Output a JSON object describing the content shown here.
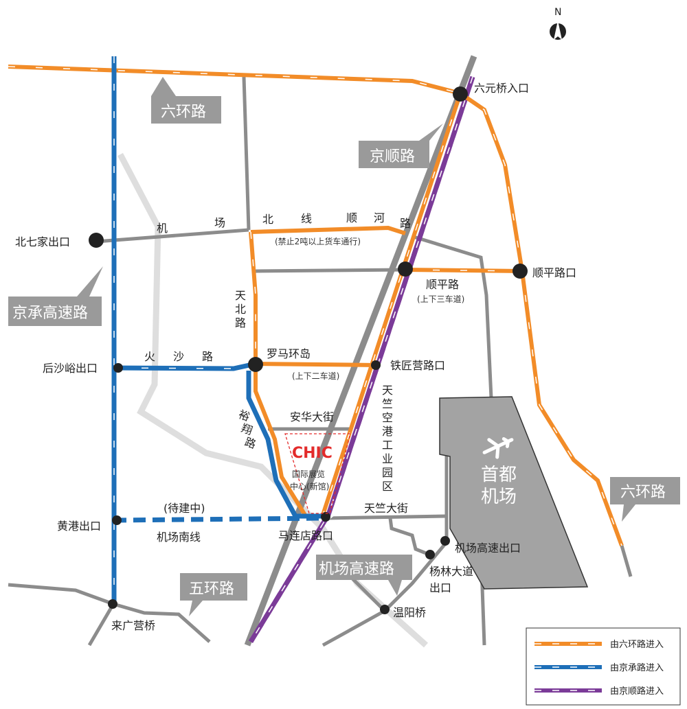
{
  "north_label": "N",
  "colors": {
    "orange": "#f28c28",
    "blue": "#1e6fb8",
    "purple": "#7b3b98",
    "road": "#8c8c8c",
    "light_road": "#dedede",
    "callout": "#9a9a9a",
    "airport": "#a3a3a3",
    "chic": "#e32b2b"
  },
  "callouts": {
    "sixth_ring_top": "六环路",
    "jingshun": "京顺路",
    "jingcheng": "京承高速路",
    "fifth_ring": "五环路",
    "airport_expressway": "机场高速路",
    "sixth_ring_right": "六环路"
  },
  "labels": {
    "liuyuanqiao": "六元桥入口",
    "beiqijia": "北七家出口",
    "jichang_beixian": [
      "机",
      "场",
      "北",
      "线",
      "顺",
      "河",
      "路"
    ],
    "no_trucks": "(禁止2吨以上货车通行)",
    "shunping_exit": "顺平路口",
    "shunping_road": "顺平路",
    "shunping_lanes": "(上下三车道)",
    "tianbei_road": [
      "天",
      "北",
      "路"
    ],
    "houshayu": "后沙峪出口",
    "huosha_road": [
      "火",
      "沙",
      "路"
    ],
    "roma_roundabout": "罗马环岛",
    "two_lanes": "(上下二车道)",
    "tiejiangying": "铁匠营路口",
    "tianzhu_park": [
      "天",
      "竺",
      "空",
      "港",
      "工",
      "业",
      "园",
      "区"
    ],
    "anhua": "安华大街",
    "yuxiang": [
      "裕",
      "翔",
      "路"
    ],
    "chic_name": "CHIC",
    "chic_line1": "国际展览",
    "chic_line2": "中心(新馆)",
    "airport_line1": "首都",
    "airport_line2": "机场",
    "tianzhu_street": "天竺大街",
    "under_construction": "(待建中)",
    "huanggang": "黄港出口",
    "south_line": "机场南线",
    "maliandian": "马连店路口",
    "airport_exp_exit": "机场高速出口",
    "yanglin1": "杨林大道",
    "yanglin2": "出口",
    "wenyang": "温阳桥",
    "laiguangying": "来广营桥"
  },
  "legend": {
    "items": [
      {
        "label": "由六环路进入",
        "color": "#f28c28"
      },
      {
        "label": "由京承路进入",
        "color": "#1e6fb8"
      },
      {
        "label": "由京顺路进入",
        "color": "#7b3b98"
      }
    ]
  }
}
